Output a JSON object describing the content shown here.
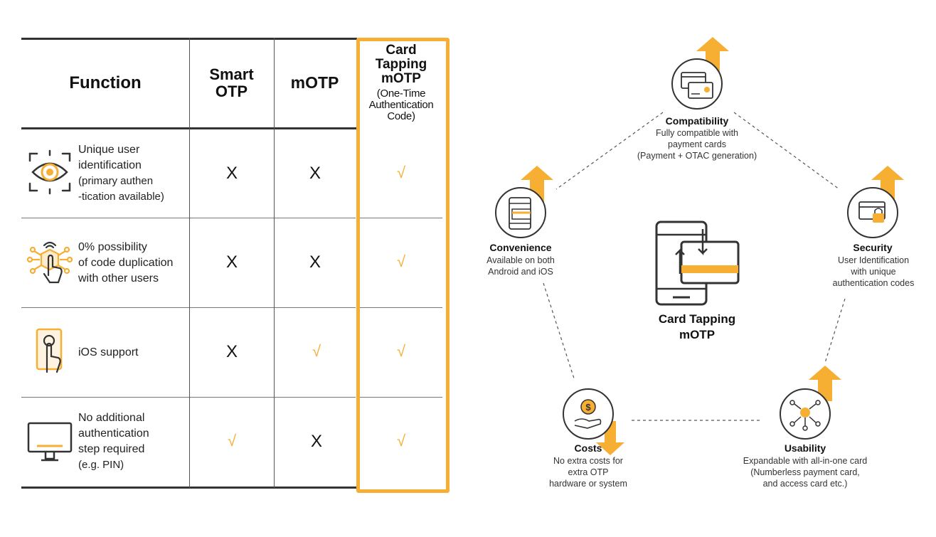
{
  "table": {
    "headers": {
      "function": "Function",
      "smart_otp_line1": "Smart",
      "smart_otp_line2": "OTP",
      "motp": "mOTP",
      "card_line1": "Card",
      "card_line2": "Tapping",
      "card_line3": "mOTP",
      "card_sub1": "(One-Time",
      "card_sub2": "Authentication",
      "card_sub3": "Code)"
    },
    "rows": [
      {
        "lines": [
          "Unique user",
          "identification",
          "(primary authen",
          "-tication available)"
        ],
        "smart": "X",
        "motp": "X",
        "card": "√",
        "icon": "eye-scan-icon"
      },
      {
        "lines": [
          "0% possibility",
          "of code duplication",
          "with other users"
        ],
        "smart": "X",
        "motp": "X",
        "card": "√",
        "icon": "touch-network-icon"
      },
      {
        "lines": [
          "iOS support"
        ],
        "smart": "X",
        "motp": "√",
        "card": "√",
        "icon": "phone-touch-icon"
      },
      {
        "lines": [
          "No additional",
          "authentication",
          "step required",
          "(e.g. PIN)"
        ],
        "smart": "√",
        "motp": "X",
        "card": "√",
        "icon": "monitor-icon"
      }
    ]
  },
  "diagram": {
    "center_line1": "Card Tapping",
    "center_line2": "mOTP",
    "nodes": {
      "compatibility": {
        "title": "Compatibility",
        "desc": [
          "Fully compatible with",
          "payment cards",
          "(Payment + OTAC generation)"
        ],
        "icon": "cards-icon"
      },
      "convenience": {
        "title": "Convenience",
        "desc": [
          "Available on both",
          "Android and iOS"
        ],
        "icon": "phone-card-icon"
      },
      "security": {
        "title": "Security",
        "desc": [
          "User Identification",
          "with unique",
          "authentication codes"
        ],
        "icon": "card-lock-icon"
      },
      "costs": {
        "title": "Costs",
        "desc": [
          "No extra costs for",
          "extra OTP",
          "hardware or system"
        ],
        "icon": "coin-hand-icon"
      },
      "usability": {
        "title": "Usability",
        "desc": [
          "Expandable with all-in-one card",
          "(Numberless payment card,",
          "and access card etc.)"
        ],
        "icon": "network-user-icon"
      }
    }
  },
  "colors": {
    "accent": "#f6ae33",
    "line": "#333333",
    "text": "#111111"
  }
}
